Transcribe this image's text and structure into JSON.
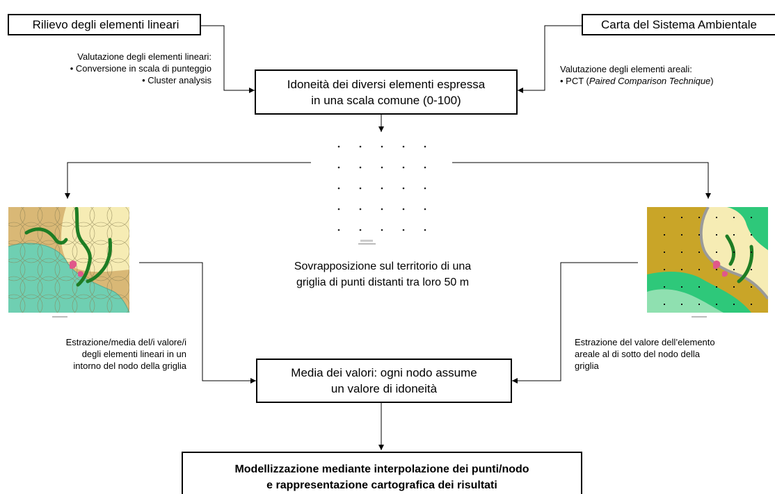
{
  "boxes": {
    "rilievo": "Rilievo degli elementi lineari",
    "carta": "Carta del Sistema Ambientale",
    "idoneita_1": "Idoneità dei diversi elementi espressa",
    "idoneita_2": "in una scala comune (0-100)",
    "media_1": "Media dei valori: ogni nodo assume",
    "media_2": "un valore di idoneità",
    "modellizzazione_1": "Modellizzazione mediante interpolazione dei punti/nodo",
    "modellizzazione_2": "e rappresentazione cartografica dei risultati"
  },
  "notes": {
    "lineari_title": "Valutazione degli elementi lineari:",
    "lineari_item1": "• Conversione in scala di punteggio",
    "lineari_item2": "• Cluster analysis",
    "areali_title": "Valutazione degli elementi areali:",
    "areali_item_prefix": "• PCT (",
    "areali_item_italic": "Paired Comparison Technique",
    "areali_item_suffix": ")",
    "griglia_1": "Sovrapposizione sul territorio di una",
    "griglia_2": "griglia di punti distanti tra loro 50 m",
    "estrazione_media_1": "Estrazione/media del/i valore/i",
    "estrazione_media_2": "degli elementi lineari in un",
    "estrazione_media_3": "intorno del nodo della griglia",
    "estrazione_areale_1": "Estrazione del valore dell’elemento",
    "estrazione_areale_2": "areale al di sotto del nodo della",
    "estrazione_areale_3": "griglia"
  },
  "colors": {
    "tan": "#d9b876",
    "cream": "#f6ecb4",
    "teal": "#6fcfb2",
    "green_line": "#1e7d24",
    "pink": "#e0588a",
    "olive": "#c9a528",
    "bright_green": "#2ec87a",
    "mint": "#8fe0b0"
  }
}
